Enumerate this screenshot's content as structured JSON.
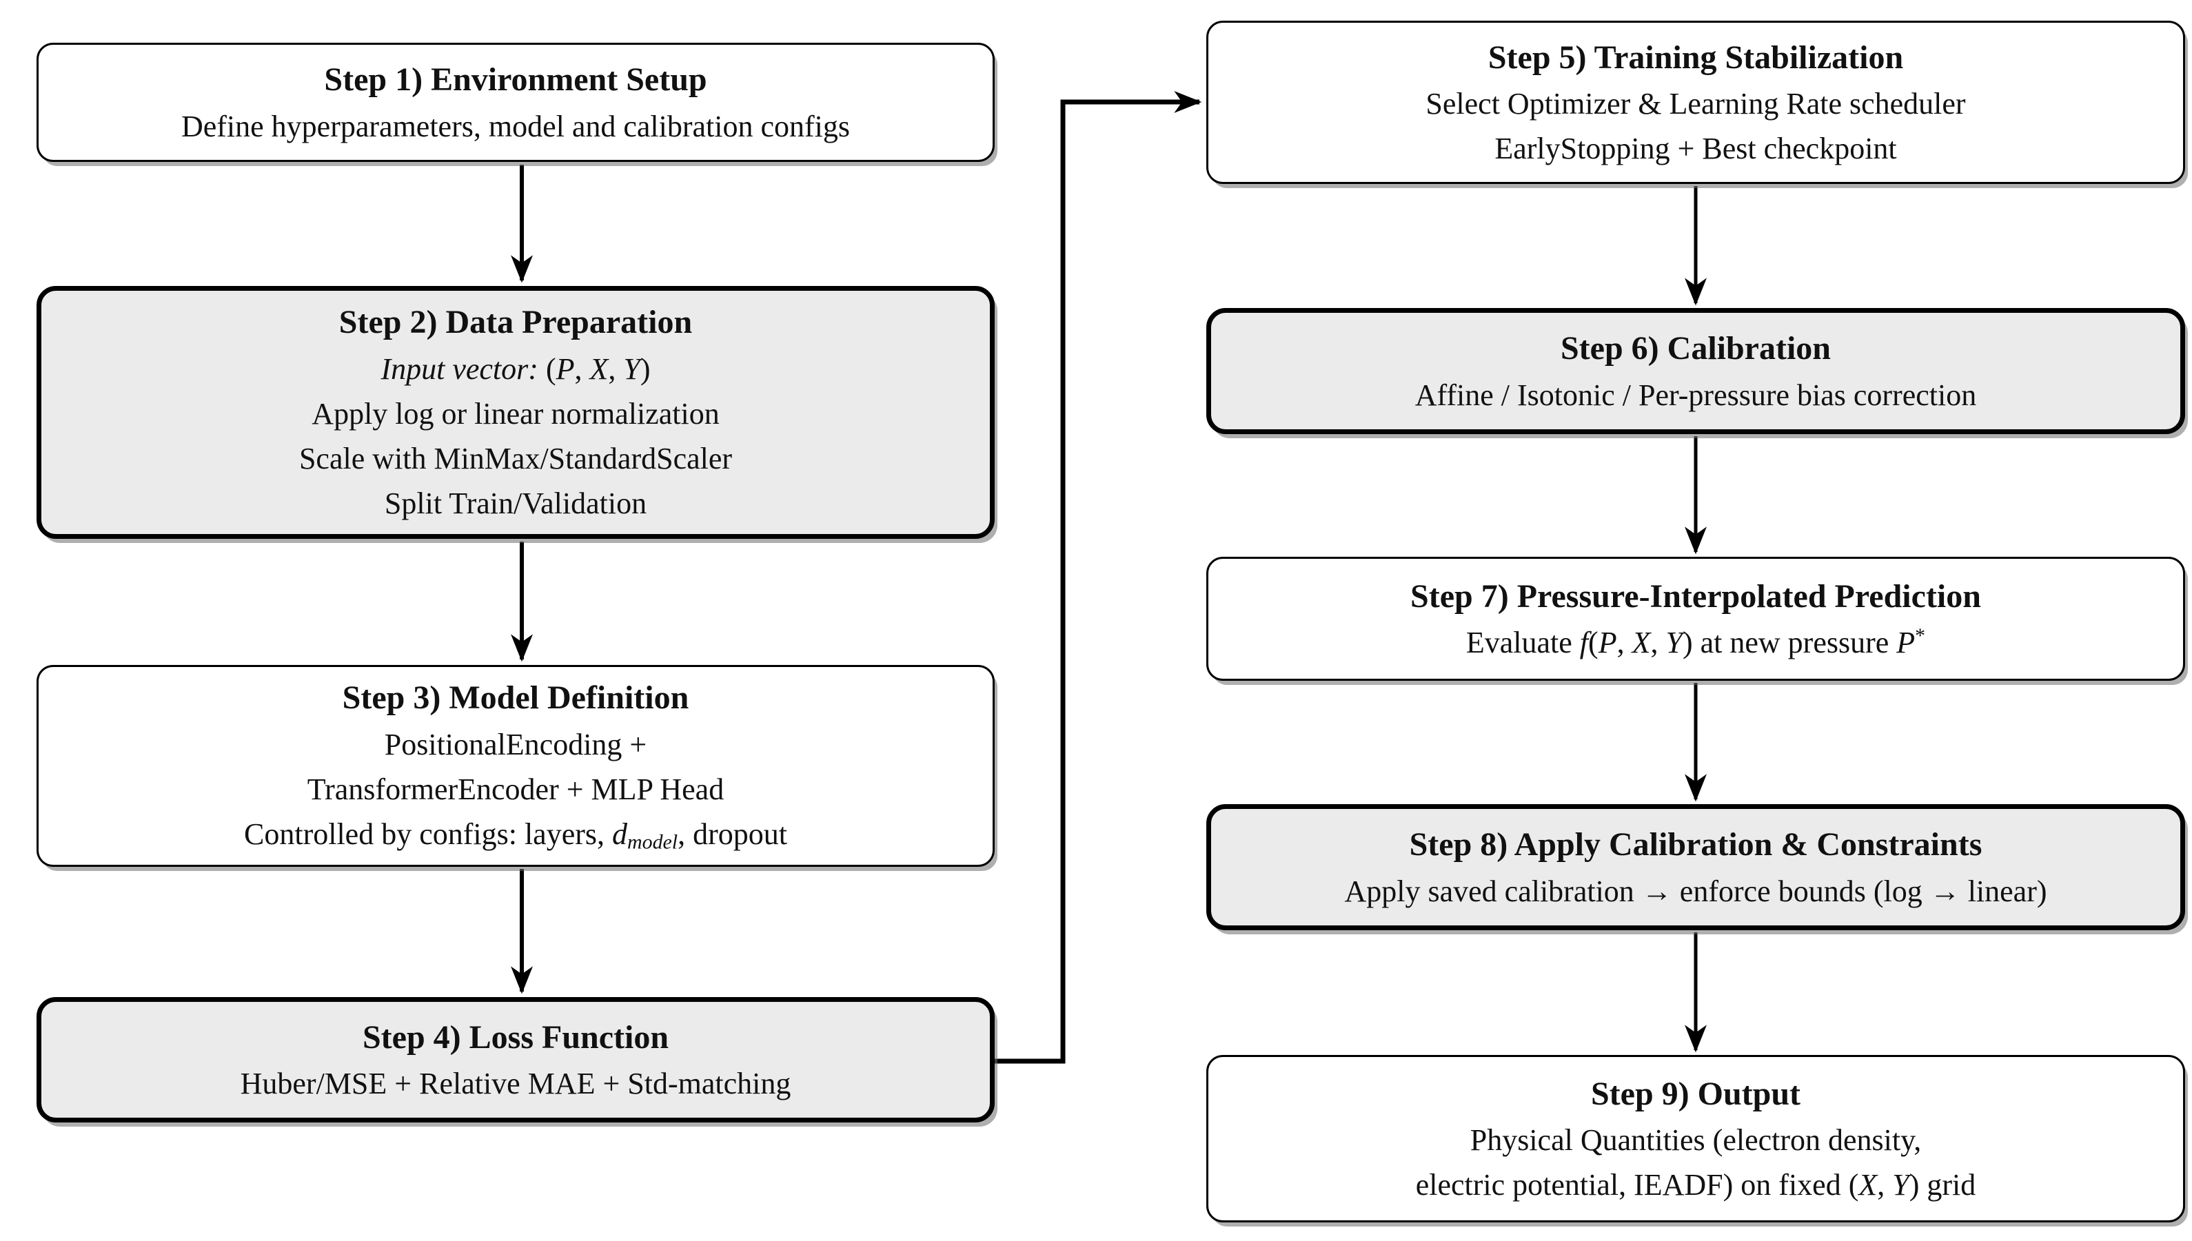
{
  "diagram": {
    "colors": {
      "background": "#ffffff",
      "plain_fill": "#ffffff",
      "shaded_fill": "#ebebeb",
      "border": "#000000",
      "text": "#111111",
      "arrow": "#000000"
    },
    "boxes": [
      {
        "id": "step-1",
        "shaded": false,
        "title": "Step 1) Environment Setup",
        "lines": [
          [
            {
              "t": "Define hyperparameters, model and calibration configs",
              "s": "n"
            }
          ]
        ]
      },
      {
        "id": "step-2",
        "shaded": true,
        "title": "Step 2) Data Preparation",
        "lines": [
          [
            {
              "t": "Input vector: ",
              "s": "it"
            },
            {
              "t": "(",
              "s": "n"
            },
            {
              "t": "P",
              "s": "it"
            },
            {
              "t": ", ",
              "s": "n"
            },
            {
              "t": "X",
              "s": "it"
            },
            {
              "t": ", ",
              "s": "n"
            },
            {
              "t": "Y",
              "s": "it"
            },
            {
              "t": ")",
              "s": "n"
            }
          ],
          [
            {
              "t": "Apply log or linear normalization",
              "s": "n"
            }
          ],
          [
            {
              "t": "Scale with MinMax/StandardScaler",
              "s": "n"
            }
          ],
          [
            {
              "t": "Split Train/Validation",
              "s": "n"
            }
          ]
        ]
      },
      {
        "id": "step-3",
        "shaded": false,
        "title": "Step 3) Model Definition",
        "lines": [
          [
            {
              "t": "PositionalEncoding +",
              "s": "n"
            }
          ],
          [
            {
              "t": "TransformerEncoder + MLP Head",
              "s": "n"
            }
          ],
          [
            {
              "t": "Controlled by configs: layers, ",
              "s": "n"
            },
            {
              "t": "d",
              "s": "it"
            },
            {
              "t": "model",
              "s": "sub"
            },
            {
              "t": ", dropout",
              "s": "n"
            }
          ]
        ]
      },
      {
        "id": "step-4",
        "shaded": true,
        "title": "Step 4) Loss Function",
        "lines": [
          [
            {
              "t": "Huber/MSE + Relative MAE + Std-matching",
              "s": "n"
            }
          ]
        ]
      },
      {
        "id": "step-5",
        "shaded": false,
        "title": "Step 5) Training Stabilization",
        "lines": [
          [
            {
              "t": "Select Optimizer & Learning Rate scheduler",
              "s": "n"
            }
          ],
          [
            {
              "t": "EarlyStopping + Best checkpoint",
              "s": "n"
            }
          ]
        ]
      },
      {
        "id": "step-6",
        "shaded": true,
        "title": "Step 6) Calibration",
        "lines": [
          [
            {
              "t": "Affine / Isotonic / Per-pressure bias correction",
              "s": "n"
            }
          ]
        ]
      },
      {
        "id": "step-7",
        "shaded": false,
        "title": "Step 7) Pressure-Interpolated Prediction",
        "lines": [
          [
            {
              "t": "Evaluate ",
              "s": "n"
            },
            {
              "t": "f",
              "s": "it"
            },
            {
              "t": "(",
              "s": "n"
            },
            {
              "t": "P",
              "s": "it"
            },
            {
              "t": ", ",
              "s": "n"
            },
            {
              "t": "X",
              "s": "it"
            },
            {
              "t": ", ",
              "s": "n"
            },
            {
              "t": "Y",
              "s": "it"
            },
            {
              "t": ") at new pressure ",
              "s": "n"
            },
            {
              "t": "P",
              "s": "it"
            },
            {
              "t": "*",
              "s": "sup"
            }
          ]
        ]
      },
      {
        "id": "step-8",
        "shaded": true,
        "title": "Step 8) Apply Calibration & Constraints",
        "lines": [
          [
            {
              "t": "Apply saved calibration → enforce bounds (log → linear)",
              "s": "n"
            }
          ]
        ]
      },
      {
        "id": "step-9",
        "shaded": false,
        "title": "Step 9) Output",
        "lines": [
          [
            {
              "t": "Physical Quantities (electron density,",
              "s": "n"
            }
          ],
          [
            {
              "t": "electric potential, IEADF) on fixed (",
              "s": "n"
            },
            {
              "t": "X",
              "s": "it"
            },
            {
              "t": ", ",
              "s": "n"
            },
            {
              "t": "Y",
              "s": "it"
            },
            {
              "t": ") grid",
              "s": "n"
            }
          ]
        ]
      }
    ]
  }
}
